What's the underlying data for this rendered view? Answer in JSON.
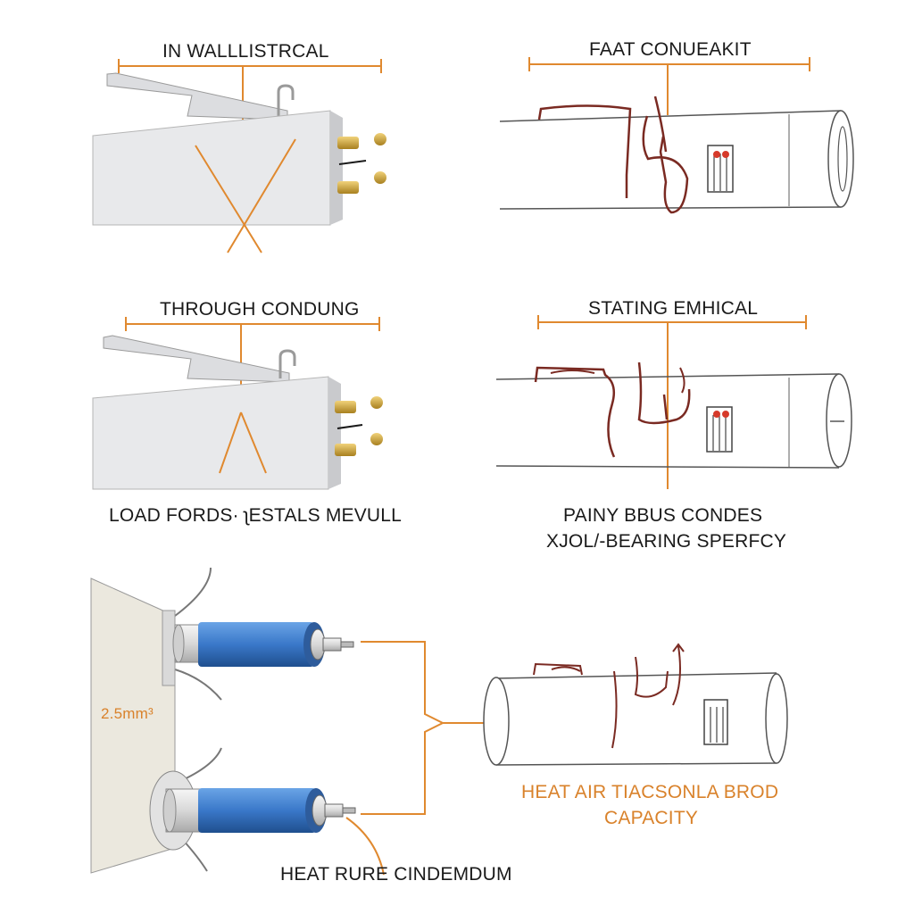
{
  "labels": {
    "panel1_title": "IN WALLLISTRCAL",
    "panel2_title": "FAAT CONUEAKIT",
    "panel3_title": "THROUGH CONDUNG",
    "panel4_title": "STATING EMHICAL",
    "panel3_caption": "LOAD FORDS· ʅESTALS MEVULL",
    "panel4_caption_line1": "PAINY BBUS  CONDES",
    "panel4_caption_line2": "XJOL/-BEARING SPERFCY",
    "wall_dimension": "2.5mm³",
    "bottom_right_caption_line1": "HEAT AIR TIACSONLA BROD",
    "bottom_right_caption_line2": "CAPACITY",
    "bottom_caption": "HEAT RURE CINDEMDUM"
  },
  "colors": {
    "accent": "#e0892f",
    "wire": "#7a2a22",
    "cable": "#3a78c9",
    "panel": "#e9eaec",
    "brass": "#c9a23a"
  }
}
